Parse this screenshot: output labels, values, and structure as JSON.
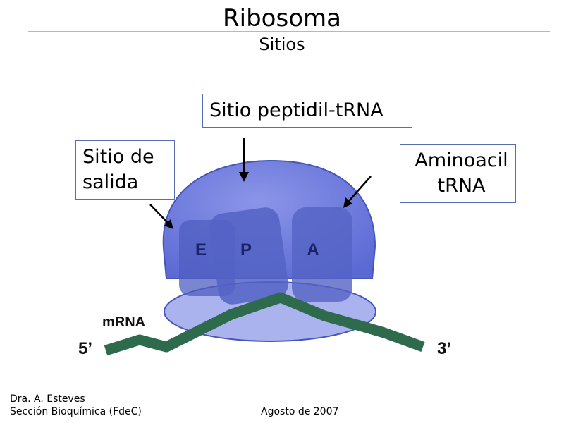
{
  "header": {
    "title": "Ribosoma",
    "subtitle": "Sitios"
  },
  "callouts": {
    "peptidil": "Sitio peptidil-tRNA",
    "salida_line1": "Sitio de",
    "salida_line2": "salida",
    "aminoacil_line1": "Aminoacil",
    "aminoacil_line2": "tRNA"
  },
  "sites": {
    "e": "E",
    "p": "P",
    "a": "A"
  },
  "mrna": {
    "label": "mRNA",
    "five_prime": "5’",
    "three_prime": "3’"
  },
  "footer": {
    "author": "Dra. A. Esteves",
    "section": "Sección Bioquímica (FdeC)",
    "date": "Agosto de 2007"
  },
  "colors": {
    "ribosome_body": "#6a78dd",
    "small_subunit": "#aab3ee",
    "site_block": "#4f5ec0",
    "mrna_strand": "#2e6a4c",
    "callout_border": "#5a6bb5"
  }
}
